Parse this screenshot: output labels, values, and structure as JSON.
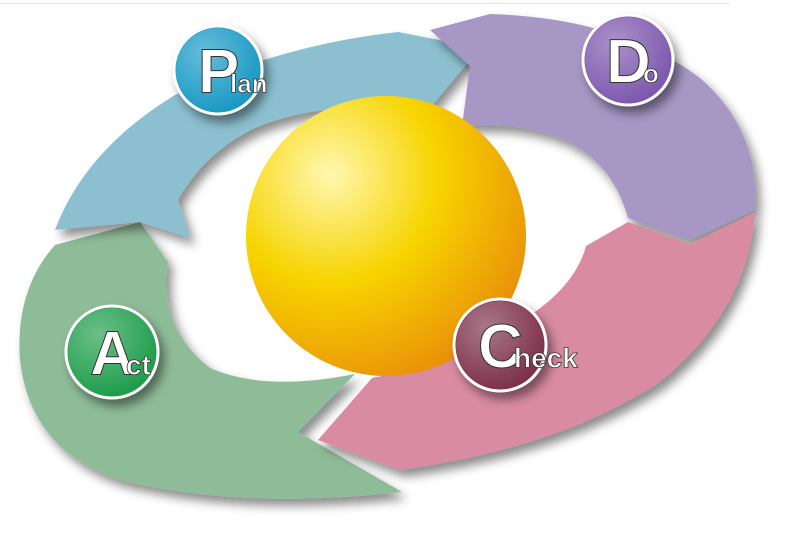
{
  "phases": [
    {
      "initial": "P",
      "rest": "lan",
      "arrow_color": "#8cbfcf",
      "badge_color": "#1798c4"
    },
    {
      "initial": "D",
      "rest": "o",
      "arrow_color": "#a697c5",
      "badge_color": "#7b56ad"
    },
    {
      "initial": "C",
      "rest": "heck",
      "arrow_color": "#d98ba1",
      "badge_color": "#7c2f4a"
    },
    {
      "initial": "A",
      "rest": "ct",
      "arrow_color": "#8fbc98",
      "badge_color": "#1a9c48"
    }
  ],
  "center_sphere": {
    "color_light": "#fff8b0",
    "color_mid": "#f7d400",
    "color_dark": "#e8860a"
  }
}
